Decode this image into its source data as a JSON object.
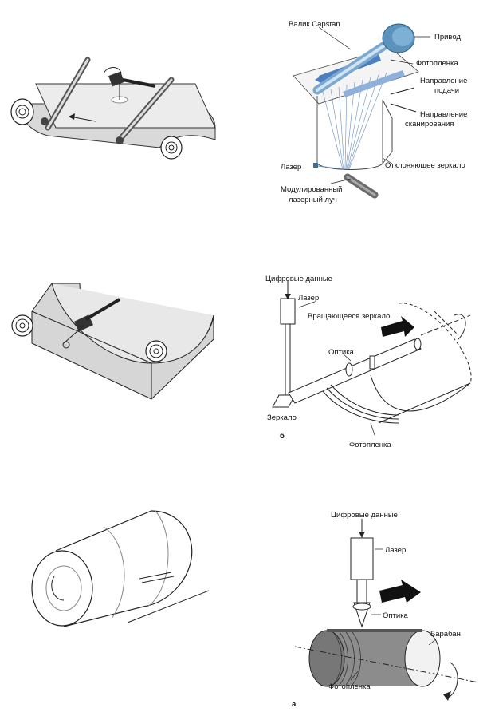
{
  "panel_capstan": {
    "labels": {
      "capstan_roller": "Валик Capstan",
      "drive": "Привод",
      "film": "Фотопленка",
      "feed_direction_1": "Направление",
      "feed_direction_2": "подачи",
      "scan_direction_1": "Направление",
      "scan_direction_2": "сканирования",
      "laser": "Лазер",
      "deflect_mirror": "Отклоняющее зеркало",
      "modulated_beam_1": "Модулированный",
      "modulated_beam_2": "лазерный луч"
    }
  },
  "panel_internal_drum": {
    "labels": {
      "digital_data": "Цифровые данные",
      "laser": "Лазер",
      "rotating_mirror": "Вращающееся зеркало",
      "optics": "Оптика",
      "mirror": "Зеркало",
      "film": "Фотопленка",
      "panel_letter": "б"
    }
  },
  "panel_external_drum": {
    "labels": {
      "digital_data": "Цифровые данные",
      "laser": "Лазер",
      "optics": "Оптика",
      "drum": "Барабан",
      "film": "Фотопленка",
      "panel_letter": "а"
    }
  }
}
